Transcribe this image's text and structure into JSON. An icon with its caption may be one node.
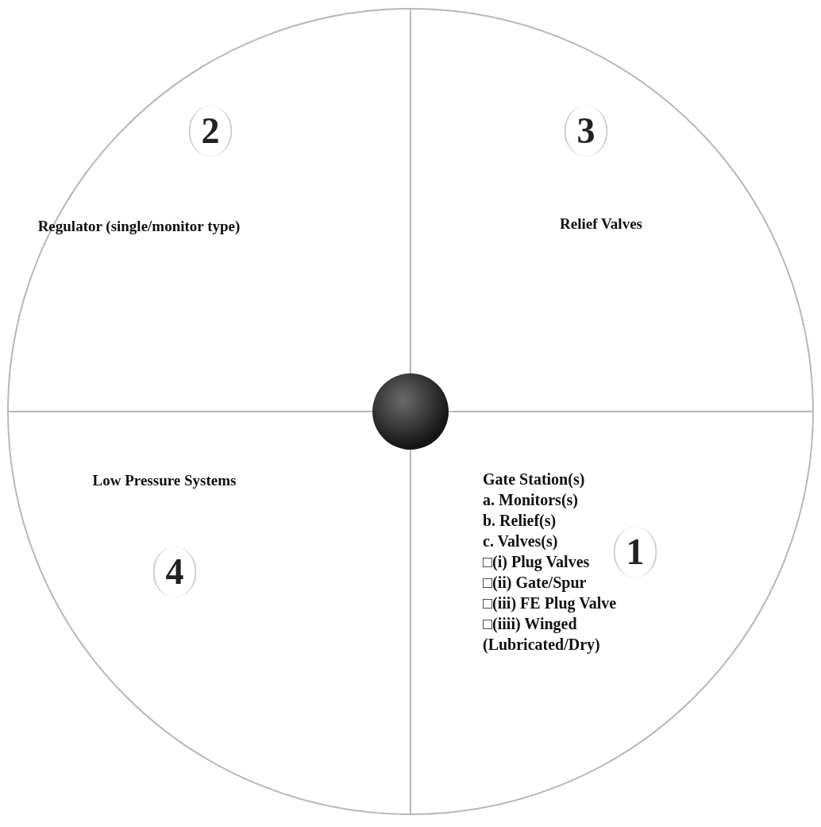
{
  "diagram": {
    "nodes": [
      {
        "text": [],
        "shape": "circle"
      },
      {
        "text": [
          "2",
          "Regulator (single/monitor type)"
        ],
        "in": 0
      },
      {
        "text": [
          "3",
          "Relief Valves"
        ],
        "in": 0
      },
      {
        "text": [
          "Low Pressure Systems",
          "4"
        ],
        "in": 0
      },
      {
        "text": [
          "Gate Station(s)",
          "a. Monitors(s)",
          "b. Relief(s)",
          "c. Valves(s)",
          "□(i) Plug Valves",
          "□(ii) Gate/Spur",
          "□(iii) FE Plug Valve",
          "□(iiii) Winged (Lubricated/Dry)",
          "1"
        ],
        "in": 0
      },
      {
        "text": [],
        "shape": "circle",
        "in": 0
      }
    ]
  }
}
